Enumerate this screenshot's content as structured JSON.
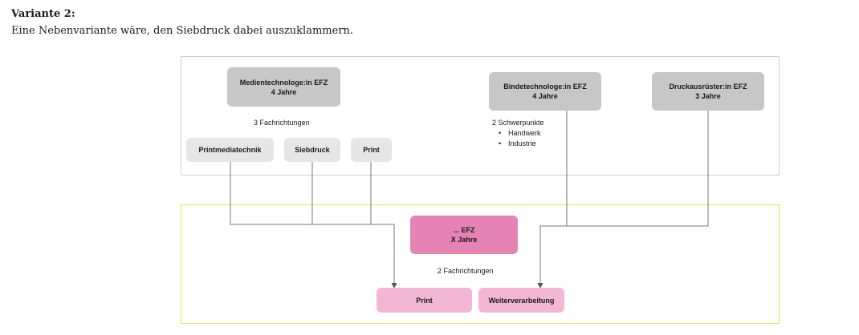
{
  "heading": "Variante 2:",
  "intro": "Eine Nebenvariante wäre, den Siebdruck dabei auszuklammern.",
  "top": {
    "medien": {
      "title": "Medientechnologe:in EFZ",
      "duration": "4 Jahre"
    },
    "medien_caption": "3 Fachrichtungen",
    "fachrichtungen": [
      "Printmediatechnik",
      "Siebdruck",
      "Print"
    ],
    "binde": {
      "title": "Bindetechnologe:in EFZ",
      "duration": "4 Jahre"
    },
    "binde_caption": "2 Schwerpunkte",
    "schwerpunkte": [
      "Handwerk",
      "Industrie"
    ],
    "druck": {
      "title": "Druckausrüster:in EFZ",
      "duration": "3 Jahre"
    }
  },
  "bottom": {
    "efz": {
      "title": "... EFZ",
      "duration": "X Jahre"
    },
    "caption": "2 Fachrichtungen",
    "fachrichtungen": [
      "Print",
      "Weiterverarbeitung"
    ]
  },
  "colors": {
    "grey_dark": "#c7c7c7",
    "grey_light": "#e6e6e6",
    "magenta": "#e583b4",
    "pink": "#f1b7d4",
    "yellow_border": "#f2e05a"
  }
}
